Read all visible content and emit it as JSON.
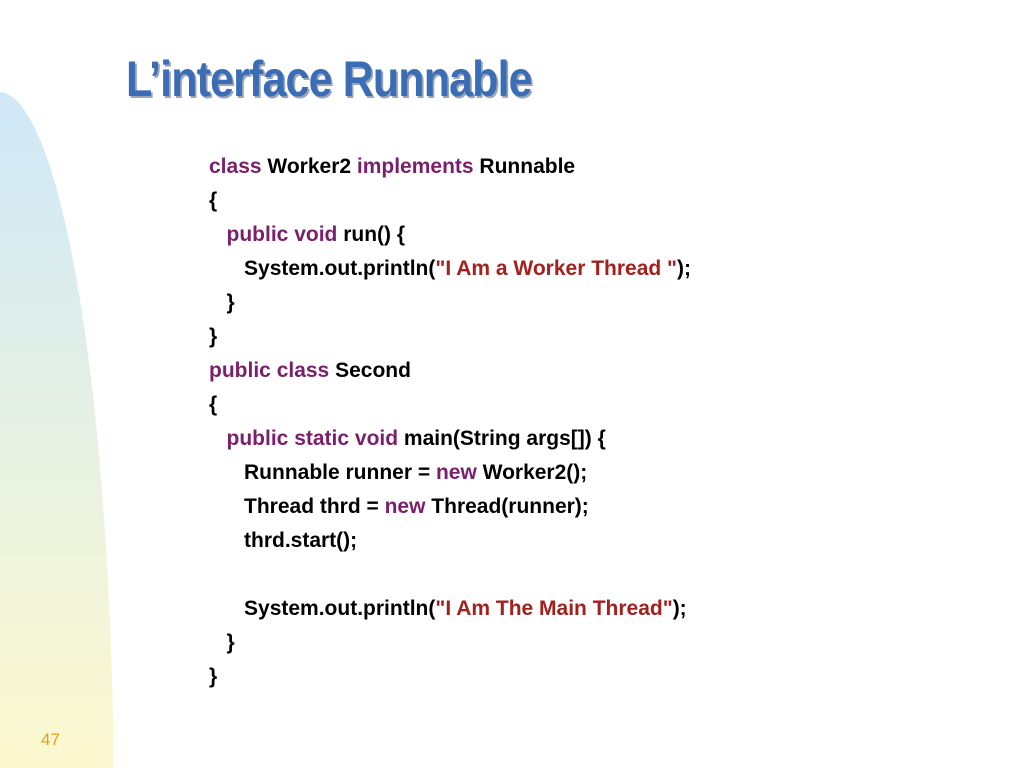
{
  "slide": {
    "title": "L’interface Runnable",
    "page_number": "47",
    "colors": {
      "title": "#3a6db5",
      "keyword": "#7a1f6b",
      "string": "#a3211c",
      "page_number": "#e0a020",
      "gradient_top": "#cfe8f8",
      "gradient_bottom": "#fdf9cf"
    }
  },
  "code": {
    "lines": [
      {
        "tokens": [
          {
            "t": "class",
            "k": "kw"
          },
          {
            "t": " Worker2 ",
            "k": "plain"
          },
          {
            "t": "implements",
            "k": "kw"
          },
          {
            "t": " Runnable",
            "k": "plain"
          }
        ]
      },
      {
        "tokens": [
          {
            "t": "{",
            "k": "plain"
          }
        ]
      },
      {
        "tokens": [
          {
            "t": "   ",
            "k": "plain"
          },
          {
            "t": "public",
            "k": "kw"
          },
          {
            "t": " ",
            "k": "plain"
          },
          {
            "t": "void",
            "k": "kw"
          },
          {
            "t": " run() {",
            "k": "plain"
          }
        ]
      },
      {
        "tokens": [
          {
            "t": "      System.out.println(",
            "k": "plain"
          },
          {
            "t": "\"I Am a Worker Thread \"",
            "k": "str"
          },
          {
            "t": ");",
            "k": "plain"
          }
        ]
      },
      {
        "tokens": [
          {
            "t": "   }",
            "k": "plain"
          }
        ]
      },
      {
        "tokens": [
          {
            "t": "}",
            "k": "plain"
          }
        ]
      },
      {
        "tokens": [
          {
            "t": "public",
            "k": "kw"
          },
          {
            "t": " ",
            "k": "plain"
          },
          {
            "t": "class",
            "k": "kw"
          },
          {
            "t": " Second",
            "k": "plain"
          }
        ]
      },
      {
        "tokens": [
          {
            "t": "{",
            "k": "plain"
          }
        ]
      },
      {
        "tokens": [
          {
            "t": "   ",
            "k": "plain"
          },
          {
            "t": "public",
            "k": "kw"
          },
          {
            "t": " ",
            "k": "plain"
          },
          {
            "t": "static",
            "k": "kw"
          },
          {
            "t": " ",
            "k": "plain"
          },
          {
            "t": "void",
            "k": "kw"
          },
          {
            "t": " main(String args[]) {",
            "k": "plain"
          }
        ]
      },
      {
        "tokens": [
          {
            "t": "      Runnable runner = ",
            "k": "plain"
          },
          {
            "t": "new",
            "k": "kw"
          },
          {
            "t": " Worker2();",
            "k": "plain"
          }
        ]
      },
      {
        "tokens": [
          {
            "t": "      Thread thrd = ",
            "k": "plain"
          },
          {
            "t": "new",
            "k": "kw"
          },
          {
            "t": " Thread(runner);",
            "k": "plain"
          }
        ]
      },
      {
        "tokens": [
          {
            "t": "      thrd.start();",
            "k": "plain"
          }
        ]
      },
      {
        "tokens": []
      },
      {
        "tokens": [
          {
            "t": "      System.out.println(",
            "k": "plain"
          },
          {
            "t": "\"I Am The Main Thread\"",
            "k": "str"
          },
          {
            "t": ");",
            "k": "plain"
          }
        ]
      },
      {
        "tokens": [
          {
            "t": "   }",
            "k": "plain"
          }
        ]
      },
      {
        "tokens": [
          {
            "t": "}",
            "k": "plain"
          }
        ]
      }
    ]
  }
}
